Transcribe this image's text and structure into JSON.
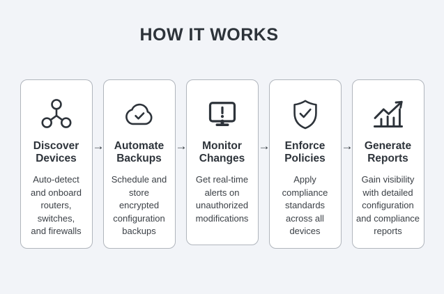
{
  "page": {
    "title": "HOW IT WORKS"
  },
  "colors": {
    "background": "#f2f4f8",
    "card_background": "#ffffff",
    "card_border": "#b0b5bc",
    "ink": "#2d333a",
    "body_text": "#3b4046"
  },
  "connector": {
    "glyph": "→"
  },
  "steps": [
    {
      "icon": "network-topology-icon",
      "title": "Discover\nDevices",
      "description": "Auto-detect\nand onboard\nrouters,\nswitches,\nand firewalls"
    },
    {
      "icon": "cloud-check-icon",
      "title": "Automate\nBackups",
      "description": "Schedule and\nstore\nencrypted\nconfiguration\nbackups"
    },
    {
      "icon": "monitor-alert-icon",
      "title": "Monitor\nChanges",
      "description": "Get real-time\nalerts on\nunauthorized\nmodifications"
    },
    {
      "icon": "shield-check-icon",
      "title": "Enforce\nPolicies",
      "description": "Apply\ncompliance\nstandards\nacross all\ndevices"
    },
    {
      "icon": "chart-growth-icon",
      "title": "Generate\nReports",
      "description": "Gain visibility\nwith detailed\nconfiguration\nand compliance\nreports"
    }
  ]
}
